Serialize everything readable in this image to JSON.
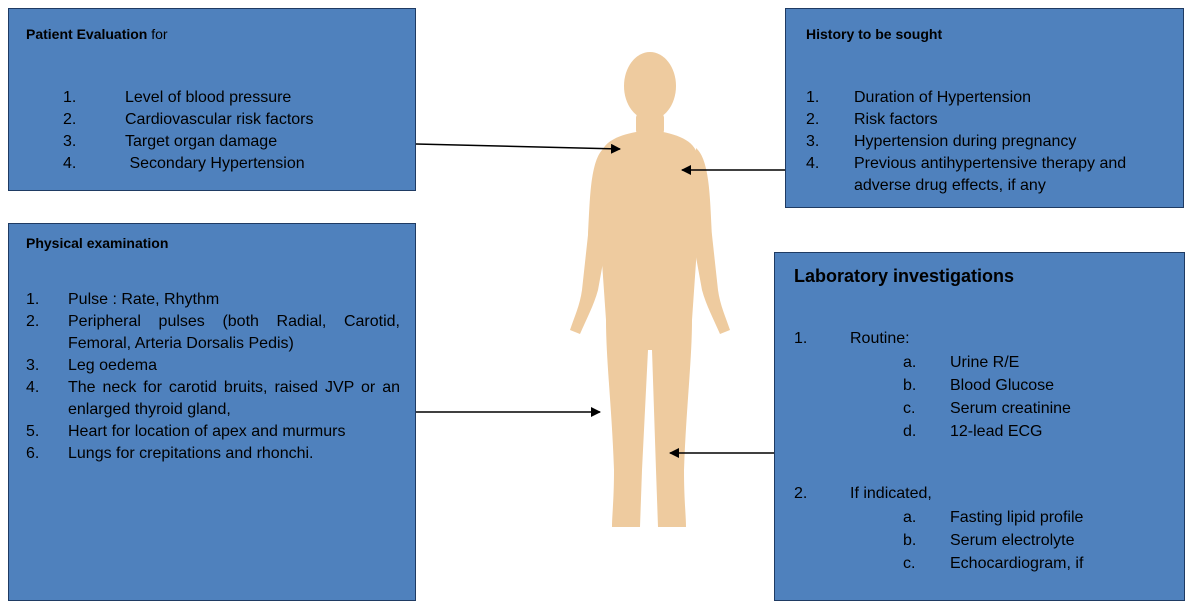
{
  "colors": {
    "box_fill": "#4f81bd",
    "box_border": "#1f3b63",
    "body_silhouette": "#eecb9f",
    "arrow": "#000000"
  },
  "icons": [
    "human-body-silhouette-icon"
  ],
  "evaluation": {
    "title_bold": "Patient Evaluation",
    "title_rest": "for",
    "items": [
      {
        "num": "1.",
        "text": "Level of blood pressure"
      },
      {
        "num": "2.",
        "text": "Cardiovascular risk factors"
      },
      {
        "num": "3.",
        "text": "Target organ damage"
      },
      {
        "num": "4.",
        "text": " Secondary Hypertension"
      }
    ]
  },
  "history": {
    "title": "History to be sought",
    "items": [
      {
        "num": "1.",
        "text": "Duration of Hypertension"
      },
      {
        "num": "2.",
        "text": "Risk factors"
      },
      {
        "num": "3.",
        "text": "Hypertension during pregnancy"
      },
      {
        "num": "4.",
        "text": "Previous antihypertensive therapy and adverse drug effects, if any"
      }
    ]
  },
  "physical": {
    "title": "Physical examination",
    "items": [
      {
        "num": "1.",
        "text": "Pulse : Rate, Rhythm"
      },
      {
        "num": "2.",
        "text": "Peripheral pulses (both Radial, Carotid, Femoral, Arteria Dorsalis Pedis)"
      },
      {
        "num": "3.",
        "text": "Leg oedema"
      },
      {
        "num": "4.",
        "text": "The neck for carotid bruits, raised JVP or an enlarged thyroid gland,"
      },
      {
        "num": "5.",
        "text": "Heart for location of apex and murmurs"
      },
      {
        "num": "6.",
        "text": "Lungs for crepitations and rhonchi."
      }
    ]
  },
  "laboratory": {
    "title": "Laboratory investigations",
    "routine": {
      "num": "1.",
      "label": "Routine:",
      "items": [
        {
          "num": "a.",
          "text": "Urine R/E"
        },
        {
          "num": "b.",
          "text": "Blood Glucose"
        },
        {
          "num": "c.",
          "text": "Serum creatinine"
        },
        {
          "num": "d.",
          "text": "12-lead ECG"
        }
      ]
    },
    "indicated": {
      "num": "2.",
      "label": "If indicated,",
      "items": [
        {
          "num": "a.",
          "text": "Fasting lipid profile"
        },
        {
          "num": "b.",
          "text": "Serum electrolyte"
        },
        {
          "num": "c.",
          "text": "Echocardiogram, if"
        }
      ]
    }
  }
}
